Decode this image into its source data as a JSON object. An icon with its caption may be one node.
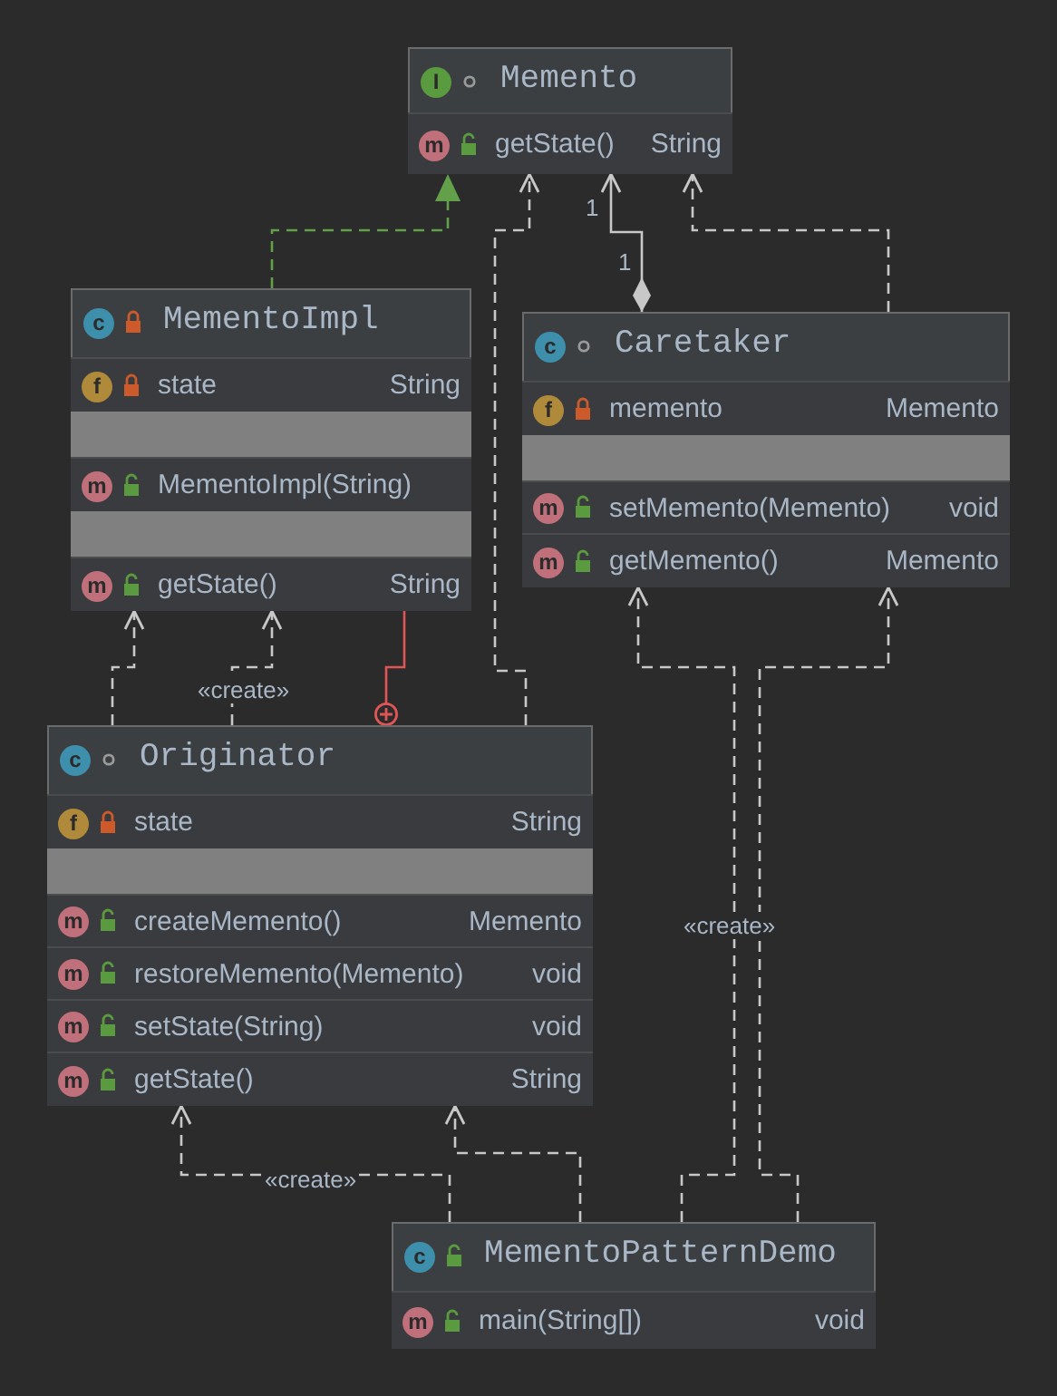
{
  "diagram": {
    "nodes": [
      {
        "text": [
          "I",
          "Memento"
        ]
      },
      {
        "text": [
          "m",
          "getState()",
          "String"
        ],
        "in": 0
      },
      {
        "text": [
          "c",
          "MementoImpl"
        ]
      },
      {
        "text": [
          "f",
          "state",
          "String"
        ],
        "in": 2
      },
      {
        "text": [],
        "shape": "bar",
        "in": 2
      },
      {
        "text": [
          "m",
          "MementoImpl(String)"
        ],
        "in": 2
      },
      {
        "text": [],
        "shape": "bar",
        "in": 2
      },
      {
        "text": [
          "m",
          "getState()",
          "String"
        ],
        "in": 2
      },
      {
        "text": [
          "c",
          "Caretaker"
        ]
      },
      {
        "text": [
          "f",
          "memento",
          "Memento"
        ],
        "in": 8
      },
      {
        "text": [],
        "shape": "bar",
        "in": 8
      },
      {
        "text": [
          "m",
          "setMemento(Memento)",
          "void"
        ],
        "in": 8
      },
      {
        "text": [
          "m",
          "getMemento()",
          "Memento"
        ],
        "in": 8
      },
      {
        "text": [
          "c",
          "Originator"
        ]
      },
      {
        "text": [
          "f",
          "state",
          "String"
        ],
        "in": 13
      },
      {
        "text": [],
        "shape": "bar",
        "in": 13
      },
      {
        "text": [
          "m",
          "createMemento()",
          "Memento"
        ],
        "in": 13
      },
      {
        "text": [
          "m",
          "restoreMemento(Memento)",
          "void"
        ],
        "in": 13
      },
      {
        "text": [
          "m",
          "setState(String)",
          "void"
        ],
        "in": 13
      },
      {
        "text": [
          "m",
          "getState()",
          "String"
        ],
        "in": 13
      },
      {
        "text": [
          "c",
          "MementoPatternDemo"
        ]
      },
      {
        "text": [
          "m",
          "main(String[])",
          "void"
        ],
        "in": 20
      }
    ],
    "edges": [
      {
        "from": 2,
        "to": 0,
        "arrow": "to",
        "style": "dashed",
        "color": "#62a04a"
      },
      {
        "from": 8,
        "to": 0,
        "arrow": "to"
      },
      {
        "from": 13,
        "to": 0,
        "arrow": "to",
        "style": "dashed"
      },
      {
        "from": 8,
        "to": 0,
        "arrow": "to",
        "style": "dashed"
      },
      {
        "from": 13,
        "to": 2,
        "arrow": "to",
        "style": "dashed"
      },
      {
        "from": 13,
        "to": 2,
        "arrow": "to",
        "style": "dashed",
        "label": "«create»"
      },
      {
        "from": 2,
        "to": 13,
        "arrow": "other",
        "color": "#e05555"
      },
      {
        "from": 20,
        "to": 13,
        "arrow": "to",
        "style": "dashed",
        "label": "«create»"
      },
      {
        "from": 20,
        "to": 13,
        "arrow": "to",
        "style": "dashed"
      },
      {
        "from": 20,
        "to": 8,
        "arrow": "to",
        "style": "dashed",
        "label": "«create»"
      },
      {
        "from": 20,
        "to": 8,
        "arrow": "to",
        "style": "dashed"
      }
    ],
    "labels": [
      "1",
      "1"
    ]
  }
}
